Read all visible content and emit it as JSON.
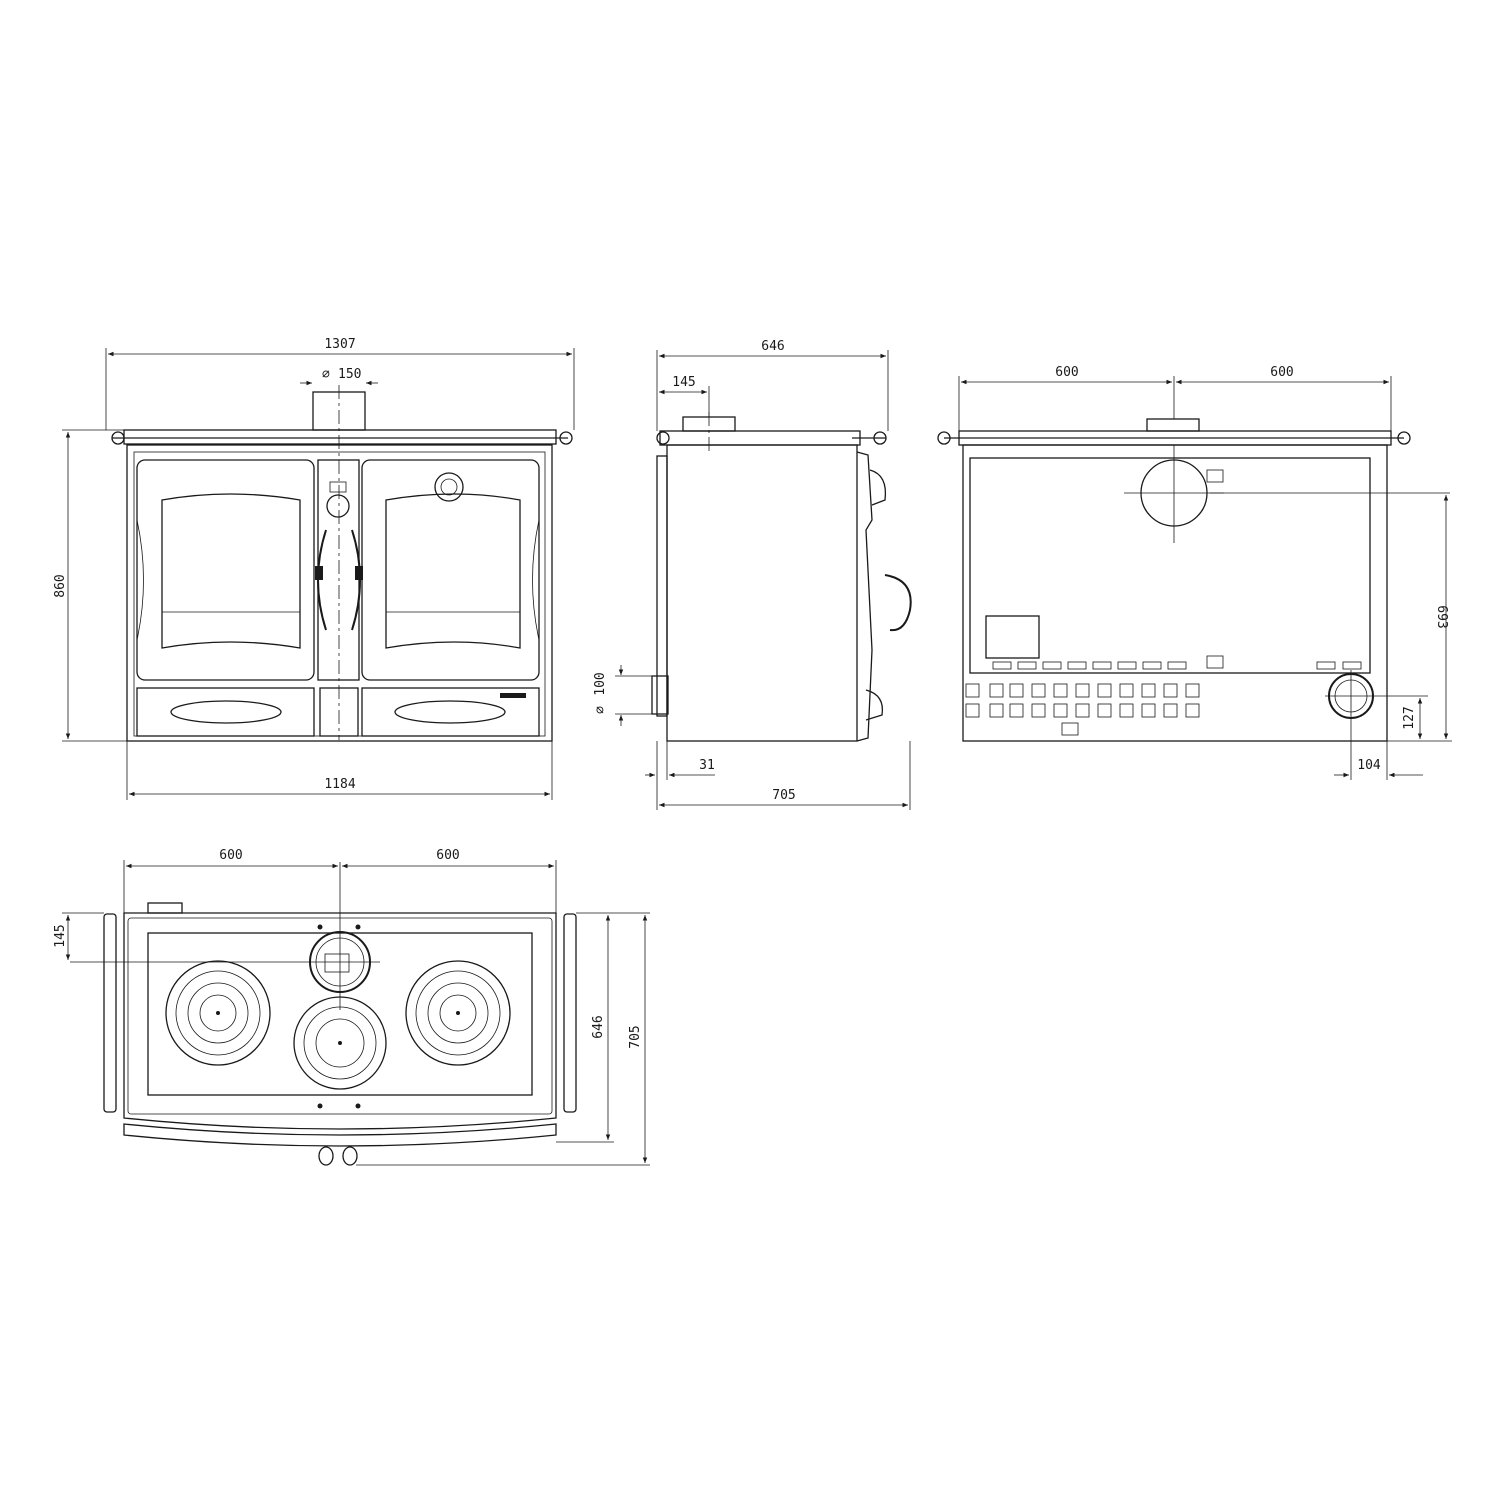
{
  "front_view": {
    "overall_width": "1307",
    "flue_diameter": "150",
    "height": "860",
    "base_width": "1184"
  },
  "side_view": {
    "depth_top": "646",
    "flue_offset": "145",
    "rear_flue_diameter": "100",
    "rear_offset": "31",
    "depth_total": "705"
  },
  "rear_view": {
    "left_half": "600",
    "right_half": "600",
    "flue_height": "693",
    "outlet_height": "127",
    "outlet_offset": "104"
  },
  "top_view": {
    "left_half": "600",
    "right_half": "600",
    "flue_offset": "145",
    "depth_top": "646",
    "depth_total": "705"
  },
  "symbols": {
    "diameter": "⌀"
  }
}
